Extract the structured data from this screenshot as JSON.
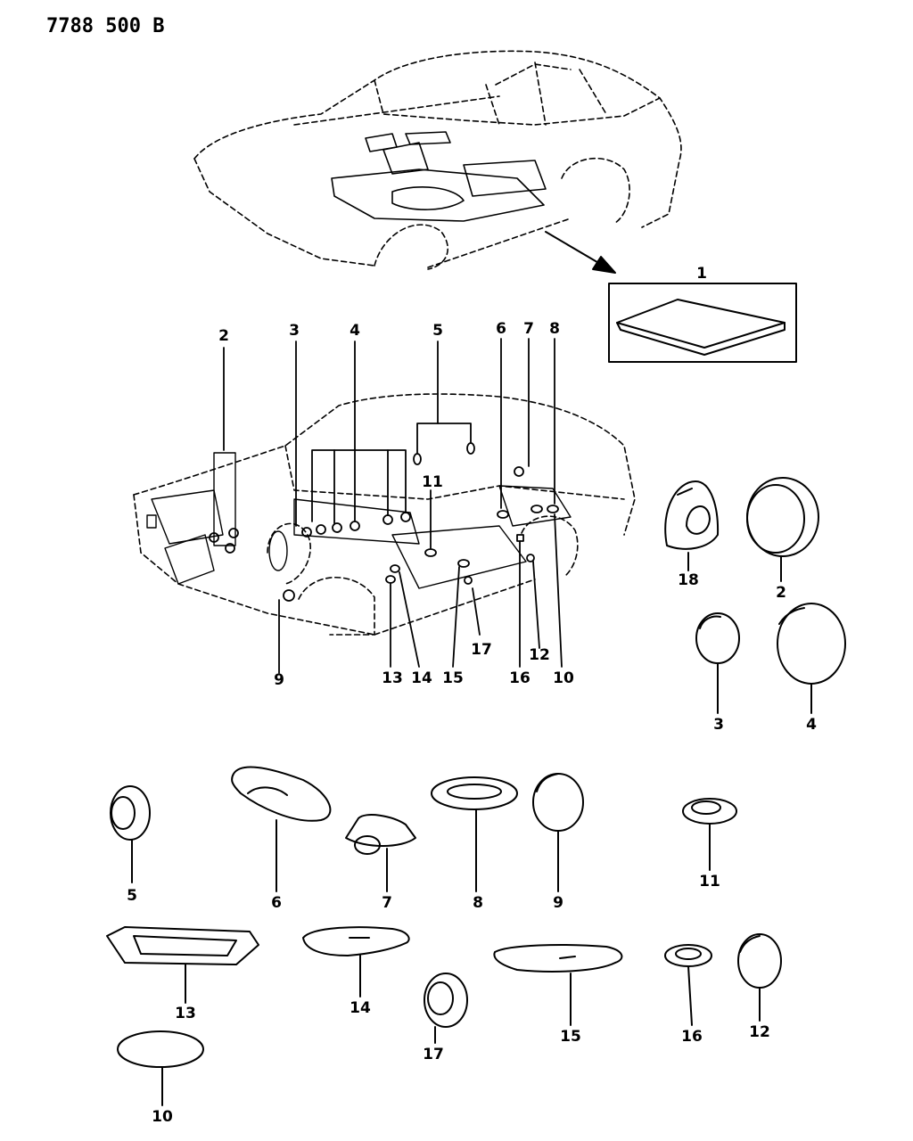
{
  "diagram": {
    "code": "7788 500 B",
    "callouts": {
      "c1": "1",
      "c2": "2",
      "c3": "3",
      "c4": "4",
      "c5": "5",
      "c6": "6",
      "c7": "7",
      "c8": "8",
      "c9": "9",
      "c10": "10",
      "c11": "11",
      "c12": "12",
      "c13": "13",
      "c14": "14",
      "c15": "15",
      "c16": "16",
      "c17": "17"
    },
    "parts": {
      "p18": "18",
      "p2": "2",
      "p3": "3",
      "p4": "4",
      "p5": "5",
      "p6": "6",
      "p7": "7",
      "p8": "8",
      "p9": "9",
      "p11": "11",
      "p13": "13",
      "p14": "14",
      "p17": "17",
      "p15": "15",
      "p16": "16",
      "p12": "12",
      "p10": "10"
    }
  }
}
